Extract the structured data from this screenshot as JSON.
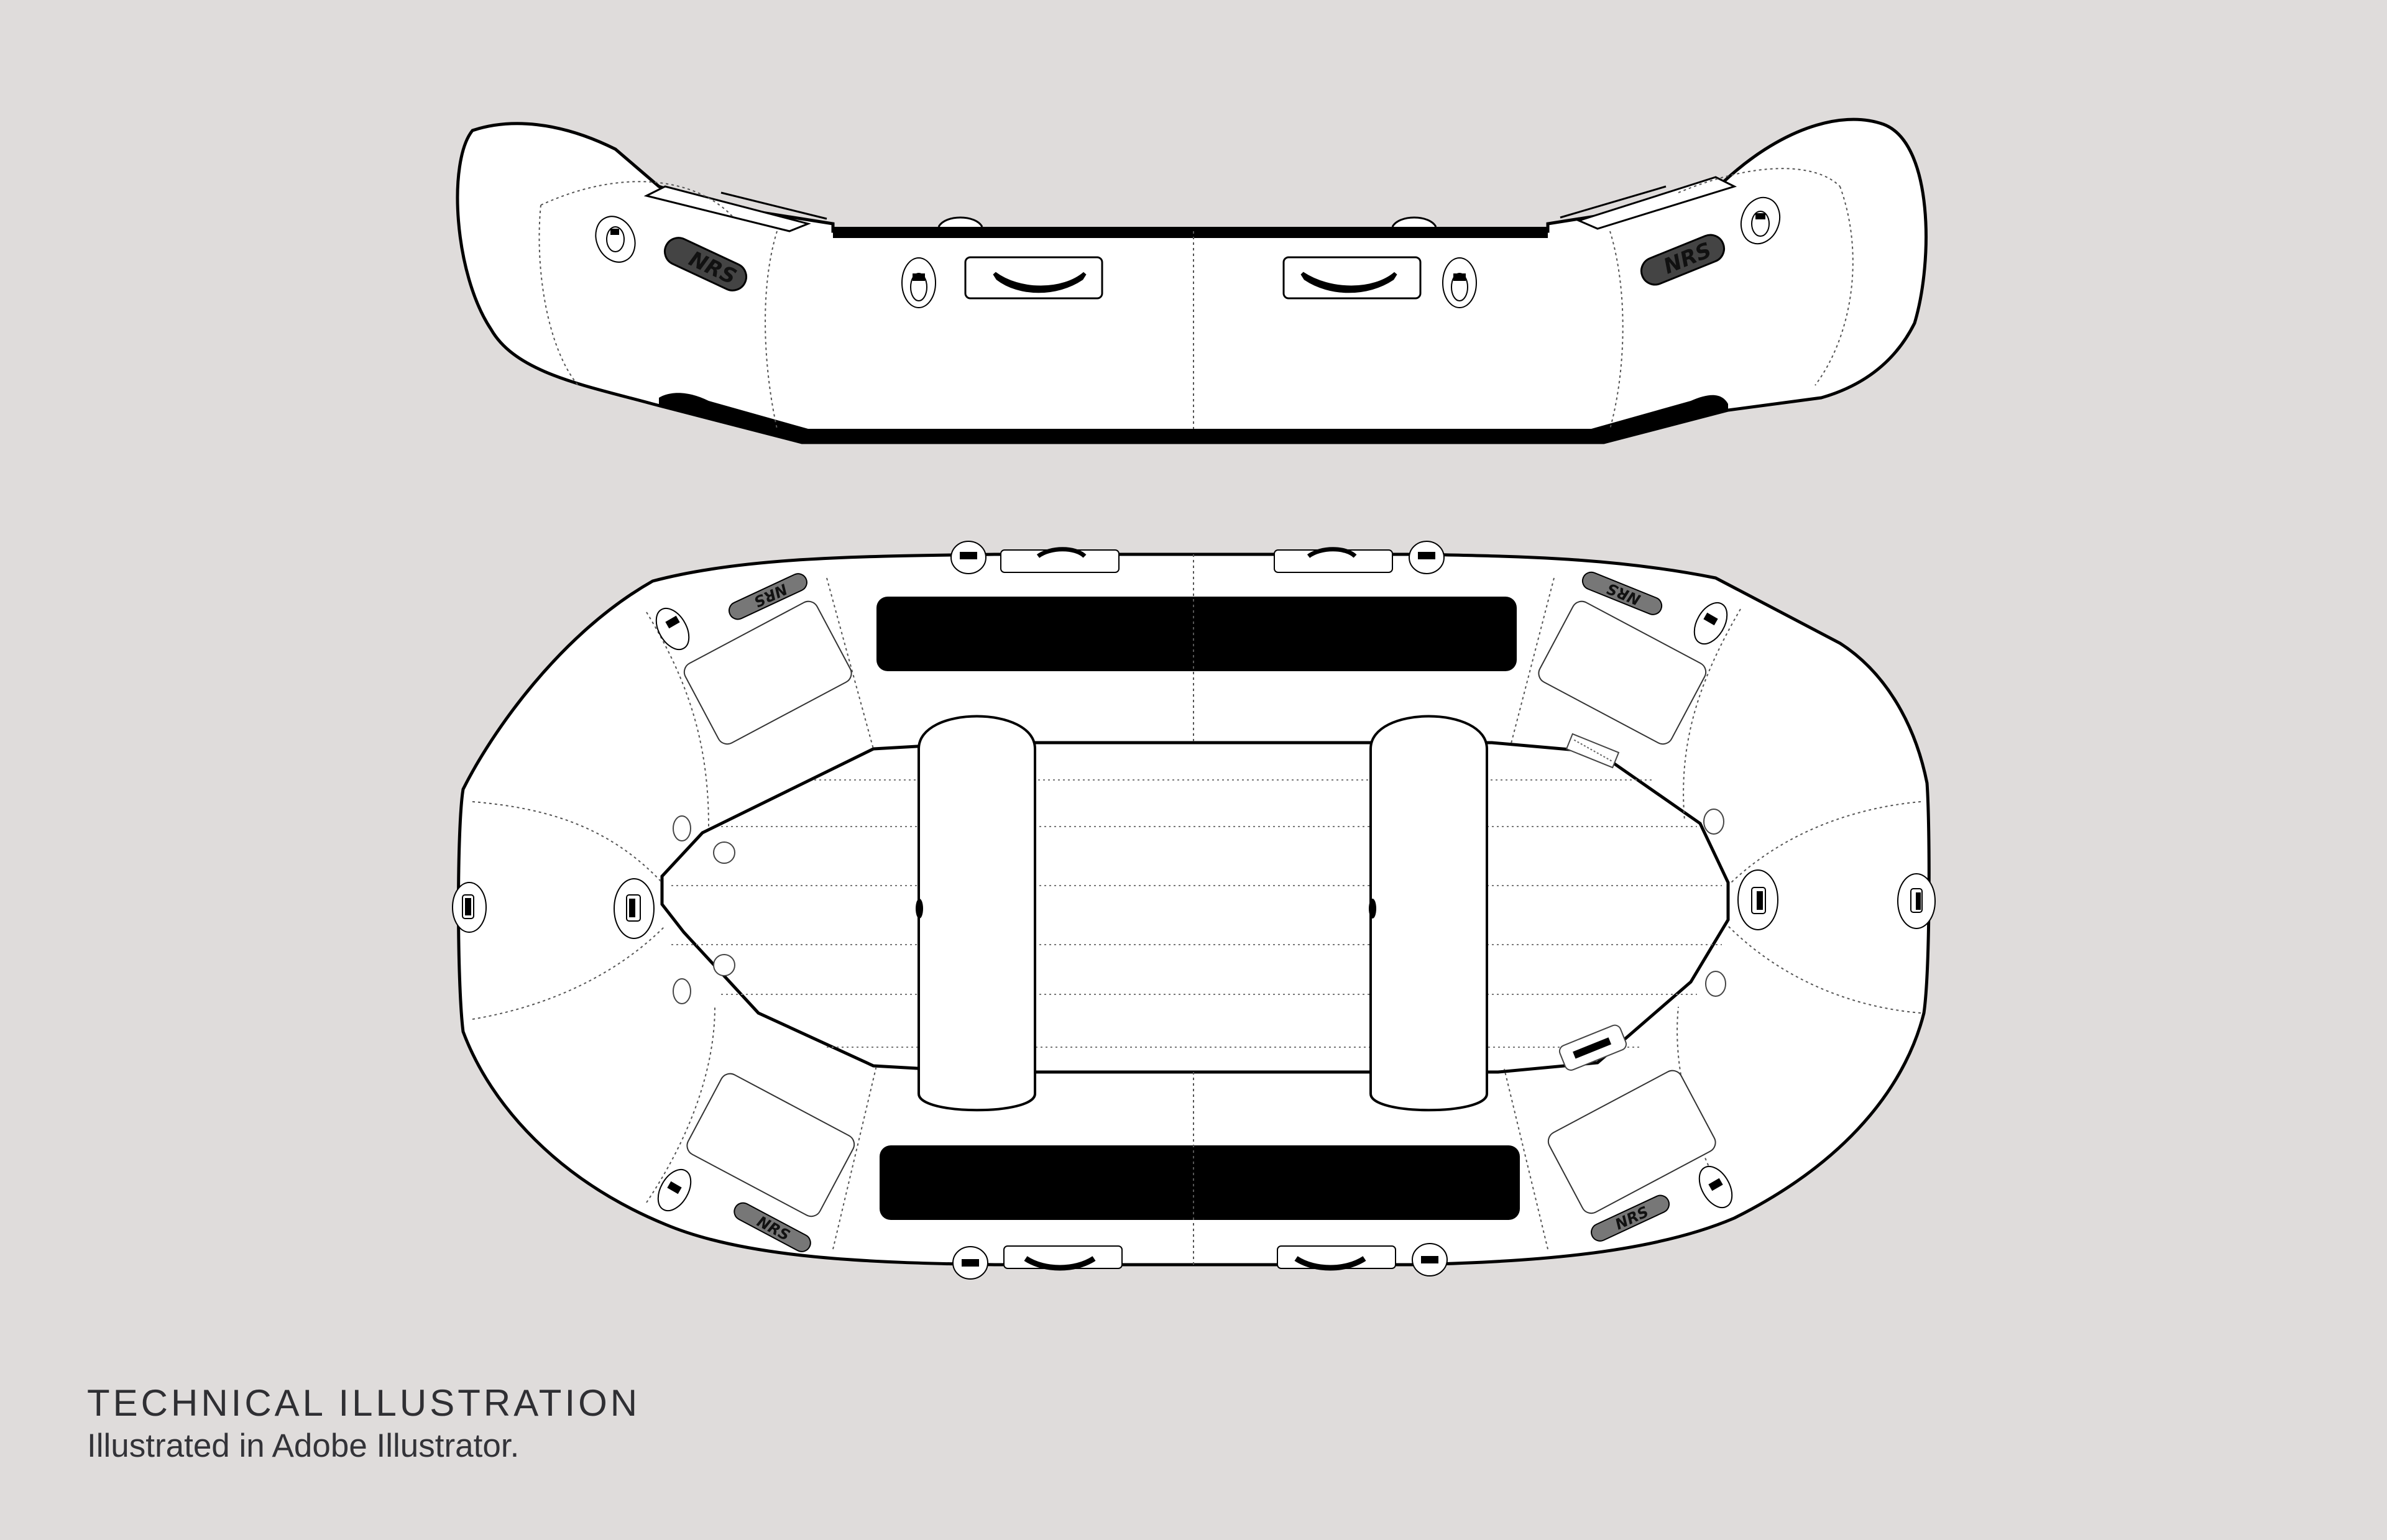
{
  "page": {
    "background_color": "#dfdcdb",
    "ink_color": "#000000",
    "fill_color": "#ffffff"
  },
  "illustration": {
    "side_view": {
      "label": "raft-side-view",
      "logos": [
        "NRS",
        "NRS"
      ]
    },
    "top_view": {
      "label": "raft-top-view",
      "logos": [
        "NRS",
        "NRS",
        "NRS",
        "NRS"
      ],
      "thwarts": 2,
      "floor_stripes": 6
    }
  },
  "caption": {
    "title": "TECHNICAL ILLUSTRATION",
    "subtitle": "Illustrated in Adobe Illustrator."
  }
}
